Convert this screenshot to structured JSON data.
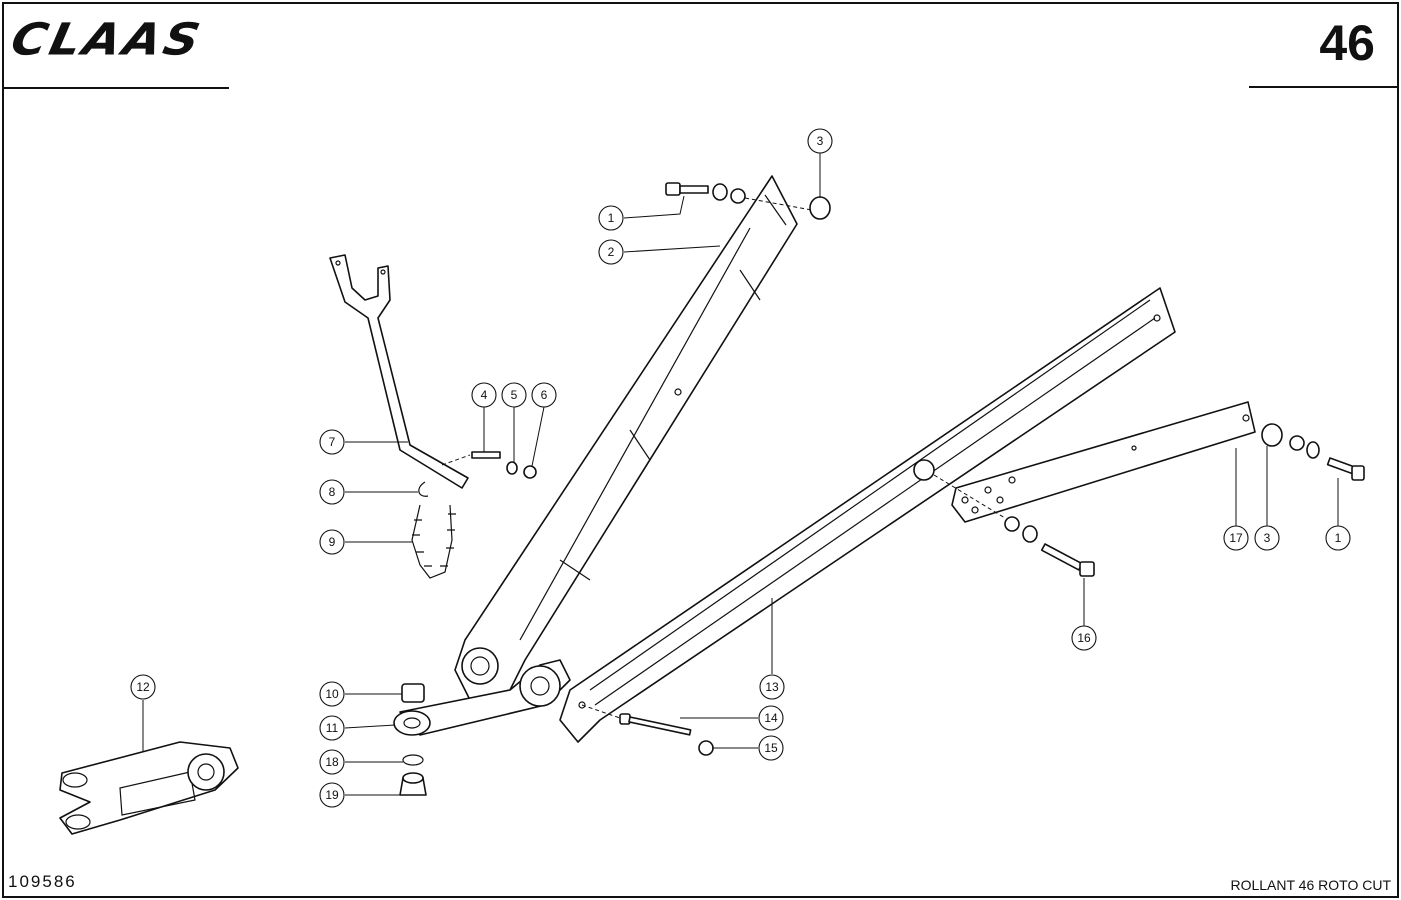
{
  "header": {
    "logo_text": "CLAAS",
    "page_number": "46"
  },
  "footer": {
    "drawing_id": "109586",
    "model": "ROLLANT 46 ROTO CUT"
  },
  "callouts": [
    "1",
    "2",
    "3",
    "4",
    "5",
    "6",
    "7",
    "8",
    "9",
    "10",
    "11",
    "12",
    "13",
    "14",
    "15",
    "16",
    "17",
    "18",
    "19"
  ]
}
